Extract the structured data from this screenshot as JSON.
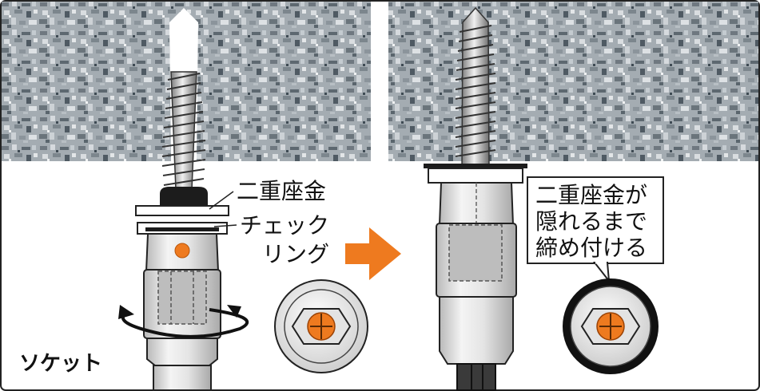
{
  "labels": {
    "double_washer": "二重座金",
    "check_ring_line1": "チェック",
    "check_ring_line2": "リング",
    "socket": "ソケット"
  },
  "callout": {
    "line1": "二重座金が",
    "line2": "隠れるまで",
    "line3": "締め付ける"
  },
  "colors": {
    "accent_orange": "#ee7a1f",
    "concrete": "#9aa2a8",
    "metal": "#e6e6e6",
    "outline": "#222222"
  }
}
